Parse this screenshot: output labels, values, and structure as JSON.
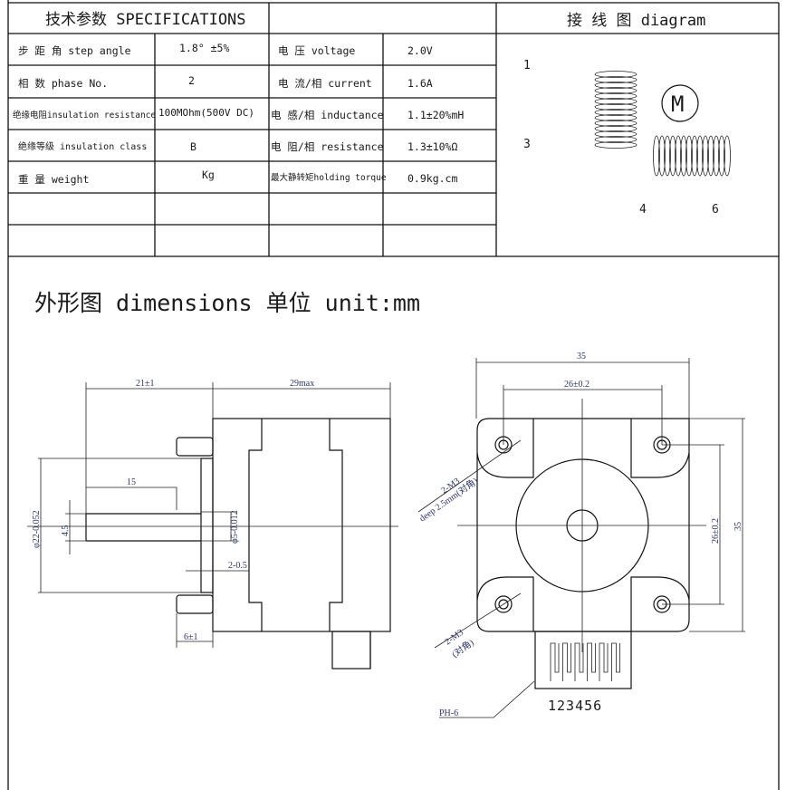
{
  "spec_table": {
    "title": "技术参数  SPECIFICATIONS",
    "rows": [
      {
        "label": "步 距 角  step angle",
        "value": "1.8° ±5%",
        "label2": "电    压  voltage",
        "value2": "2.0V"
      },
      {
        "label": "相    数  phase No.",
        "value": "2",
        "label2": "电 流/相  current",
        "value2": "1.6A"
      },
      {
        "label": "绝缘电阻insulation resistance",
        "value": "100MOhm(500V DC)",
        "label2": "电 感/相 inductance",
        "value2": "1.1±20%mH"
      },
      {
        "label": "绝缘等级 insulation class",
        "value": "B",
        "label2": "电 阻/相 resistance",
        "value2": "1.3±10%Ω"
      },
      {
        "label": "重    量  weight",
        "value": "Kg",
        "label2": "最大静转矩holding torque",
        "value2": "0.9kg.cm"
      }
    ]
  },
  "wiring": {
    "title": "接  线  图 diagram",
    "motor_symbol": "M",
    "terminals": [
      "1",
      "3",
      "4",
      "6"
    ]
  },
  "dimensions": {
    "title": "外形图 dimensions   单位 unit:mm",
    "side_view": {
      "shaft_length": "21±1",
      "body_length": "29max",
      "flat_length": "15",
      "flat_size": "4.5",
      "flange_dia": "φ22-0.052",
      "shaft_dia": "φ5-0.012",
      "flange_height": "2-0.5",
      "screw_length": "6±1"
    },
    "front_view": {
      "width": "35",
      "hole_spacing_h": "26±0.2",
      "hole_spacing_v": "26±0.2",
      "height": "35",
      "thread_note_1": "2-M3",
      "thread_note_1b": "deep 2.5mm(对角)",
      "thread_note_2": "2-M3",
      "thread_note_2b": "(对角)",
      "connector": "PH-6",
      "pins": "123456"
    }
  }
}
